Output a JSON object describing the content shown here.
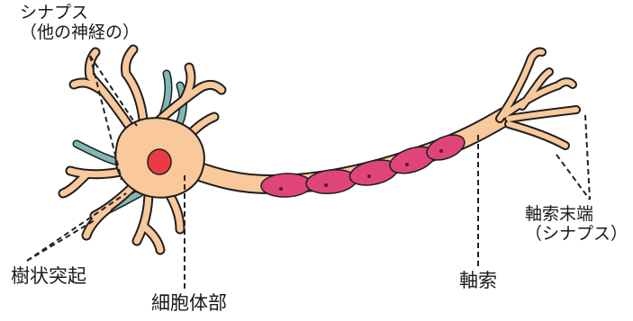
{
  "labels": {
    "synapse_other": {
      "line1": "シナプス",
      "line2": "（他の神経の）"
    },
    "dendrite": "樹状突起",
    "soma": "細胞体部",
    "axon": "軸索",
    "terminal": {
      "line1": "軸索末端",
      "line2": "（シナプス）"
    }
  },
  "colors": {
    "neuron_fill": "#f9c89b",
    "neuron_outline": "#1f1f1f",
    "nucleus": "#ea3b45",
    "myelin": "#e0457a",
    "other_neuron": "#7fb8b4",
    "leader_line": "#222222"
  }
}
